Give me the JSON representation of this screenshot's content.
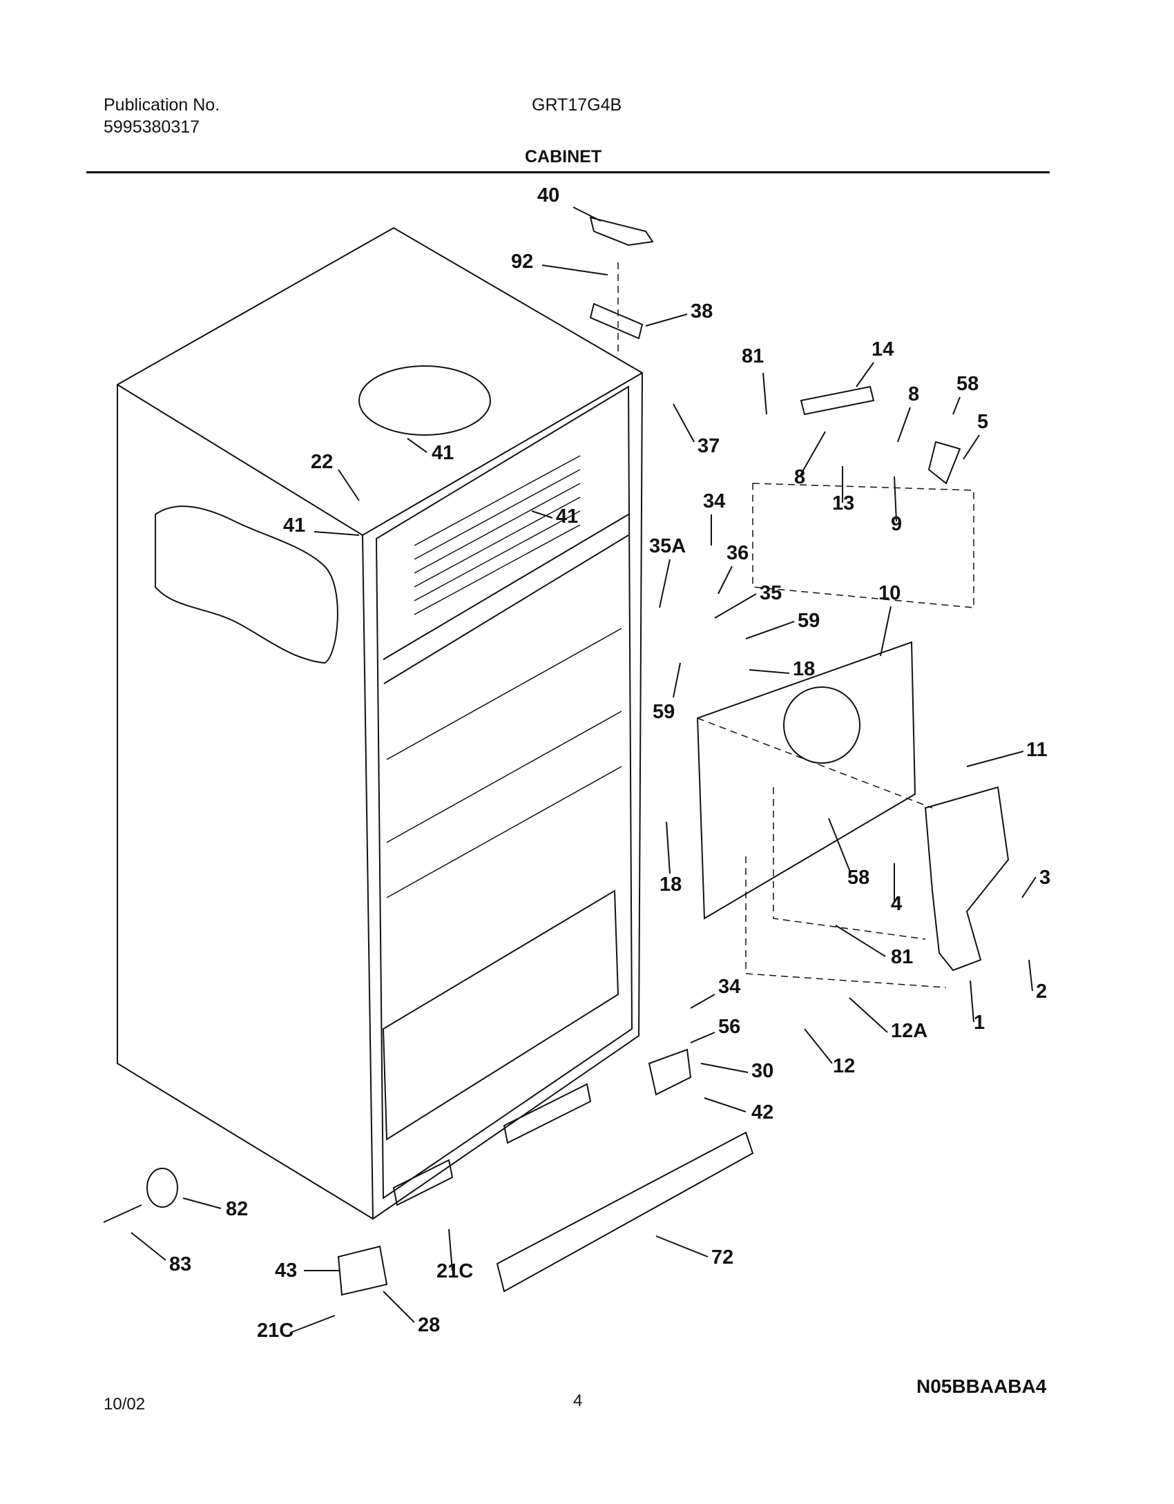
{
  "header": {
    "publication_label": "Publication No.",
    "publication_number": "5995380317",
    "model": "GRT17G4B",
    "section_title": "CABINET"
  },
  "footer": {
    "date": "10/02",
    "page": "4",
    "diagram_code": "N05BBAABA4"
  },
  "callouts": [
    "40",
    "92",
    "38",
    "81",
    "14",
    "8",
    "58",
    "5",
    "37",
    "41",
    "22",
    "41",
    "41",
    "8",
    "13",
    "9",
    "34",
    "35A",
    "36",
    "35",
    "10",
    "59",
    "18",
    "59",
    "11",
    "18",
    "58",
    "3",
    "4",
    "81",
    "2",
    "1",
    "34",
    "56",
    "12A",
    "12",
    "30",
    "42",
    "82",
    "72",
    "83",
    "43",
    "21C",
    "28",
    "21C"
  ]
}
